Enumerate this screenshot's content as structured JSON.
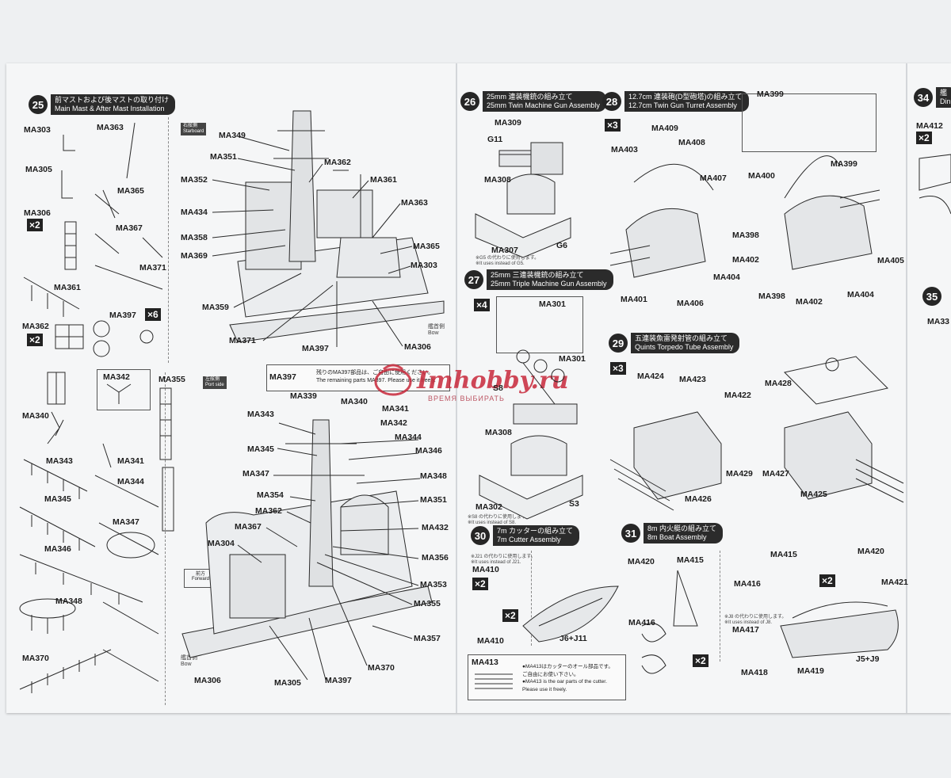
{
  "steps": {
    "s25": {
      "num": "25",
      "jp": "前マストおよび後マストの取り付け",
      "en": "Main Mast & After Mast Installation"
    },
    "s26": {
      "num": "26",
      "jp": "25mm 連装機銃の組み立て",
      "en": "25mm Twin Machine Gun Assembly"
    },
    "s27": {
      "num": "27",
      "jp": "25mm 三連装機銃の組み立て",
      "en": "25mm Triple Machine Gun Assembly"
    },
    "s28": {
      "num": "28",
      "jp": "12.7cm 連装砲(D型砲塔)の組み立て",
      "en": "12.7cm Twin Gun Turret Assembly"
    },
    "s29": {
      "num": "29",
      "jp": "五連装魚雷発射管の組み立て",
      "en": "Quints Torpedo Tube Assembly"
    },
    "s30": {
      "num": "30",
      "jp": "7m カッターの組み立て",
      "en": "7m Cutter Assembly"
    },
    "s31": {
      "num": "31",
      "jp": "8m 内火艇の組み立て",
      "en": "8m Boat Assembly"
    },
    "s34": {
      "num": "34",
      "jp": "艦",
      "en": "Din"
    },
    "s35": {
      "num": "35"
    }
  },
  "view_tags": {
    "starboard_jp": "右舷側",
    "starboard_en": "Starboard",
    "port_jp": "左舷側",
    "port_en": "Port side"
  },
  "bow": {
    "jp": "艦首側",
    "en": "Bow"
  },
  "forward": {
    "jp": "前方",
    "en": "Forward"
  },
  "multipliers": {
    "x2": "×2",
    "x3": "×3",
    "x4": "×4",
    "x6": "×6"
  },
  "remaining": {
    "label": "MA397",
    "jp": "残りのMA397部品は、ご自由に使用ください。",
    "en": "The remaining parts MA397. Please use it freely."
  },
  "notes": {
    "g5_jp": "※G5 の代わりに使用します。",
    "g5_en": "※It uses instead of G5.",
    "s8_jp": "※S8 の代わりに使用します。",
    "s8_en": "※It uses instead of S8.",
    "j21_jp": "※J21 の代わりに使用します。",
    "j21_en": "※It uses instead of J21.",
    "j8_jp": "※J8 の代わりに使用します。",
    "j8_en": "※It uses instead of J8."
  },
  "ma413_box": {
    "label": "MA413",
    "jp1": "●MA413はカッターのオール部品です。",
    "jp2": "ご自由にお使い下さい。",
    "en1": "●MA413 is the oar parts of the cutter.",
    "en2": "Please use it freely."
  },
  "watermark": {
    "brand": "Imhobby.ru",
    "sub": "ВРЕМЯ ВЫБИРАТЬ"
  },
  "labels": {
    "s25_left": [
      "MA303",
      "MA305",
      "MA306",
      "MA361",
      "MA362",
      "MA340",
      "MA343",
      "MA345",
      "MA346",
      "MA348",
      "MA370"
    ],
    "s25_mid": [
      "MA363",
      "MA365",
      "MA367",
      "MA371",
      "MA397",
      "MA342",
      "MA341",
      "MA344",
      "MA347",
      "MA355"
    ],
    "s25_starboard": [
      "MA349",
      "MA351",
      "MA352",
      "MA434",
      "MA358",
      "MA369",
      "MA359",
      "MA371",
      "MA362",
      "MA361",
      "MA363",
      "MA365",
      "MA303",
      "MA397",
      "MA306"
    ],
    "s25_port": [
      "MA339",
      "MA340",
      "MA341",
      "MA342",
      "MA343",
      "MA344",
      "MA345",
      "MA346",
      "MA347",
      "MA348",
      "MA354",
      "MA351",
      "MA362",
      "MA432",
      "MA367",
      "MA304",
      "MA356",
      "MA353",
      "MA355",
      "MA357",
      "MA370",
      "MA306",
      "MA305",
      "MA397"
    ],
    "s26": [
      "MA309",
      "G11",
      "MA308",
      "MA307",
      "G6"
    ],
    "s27": [
      "MA301",
      "MA301",
      "S8",
      "MA308",
      "MA302",
      "S3"
    ],
    "s28": [
      "MA399",
      "MA409",
      "MA408",
      "MA403",
      "MA407",
      "MA399",
      "MA400",
      "MA398",
      "MA402",
      "MA405",
      "MA398",
      "MA402",
      "MA404",
      "MA401",
      "MA406",
      "MA404"
    ],
    "s29": [
      "MA424",
      "MA423",
      "MA422",
      "MA428",
      "MA429",
      "MA427",
      "MA426",
      "MA425"
    ],
    "s30": [
      "MA410",
      "MA410",
      "J6+J11"
    ],
    "s31": [
      "MA420",
      "MA415",
      "MA416",
      "MA415",
      "MA420",
      "MA416",
      "MA421",
      "MA417",
      "J5+J9",
      "MA418",
      "MA419"
    ],
    "s34": [
      "MA412"
    ],
    "s35": [
      "MA33"
    ]
  }
}
